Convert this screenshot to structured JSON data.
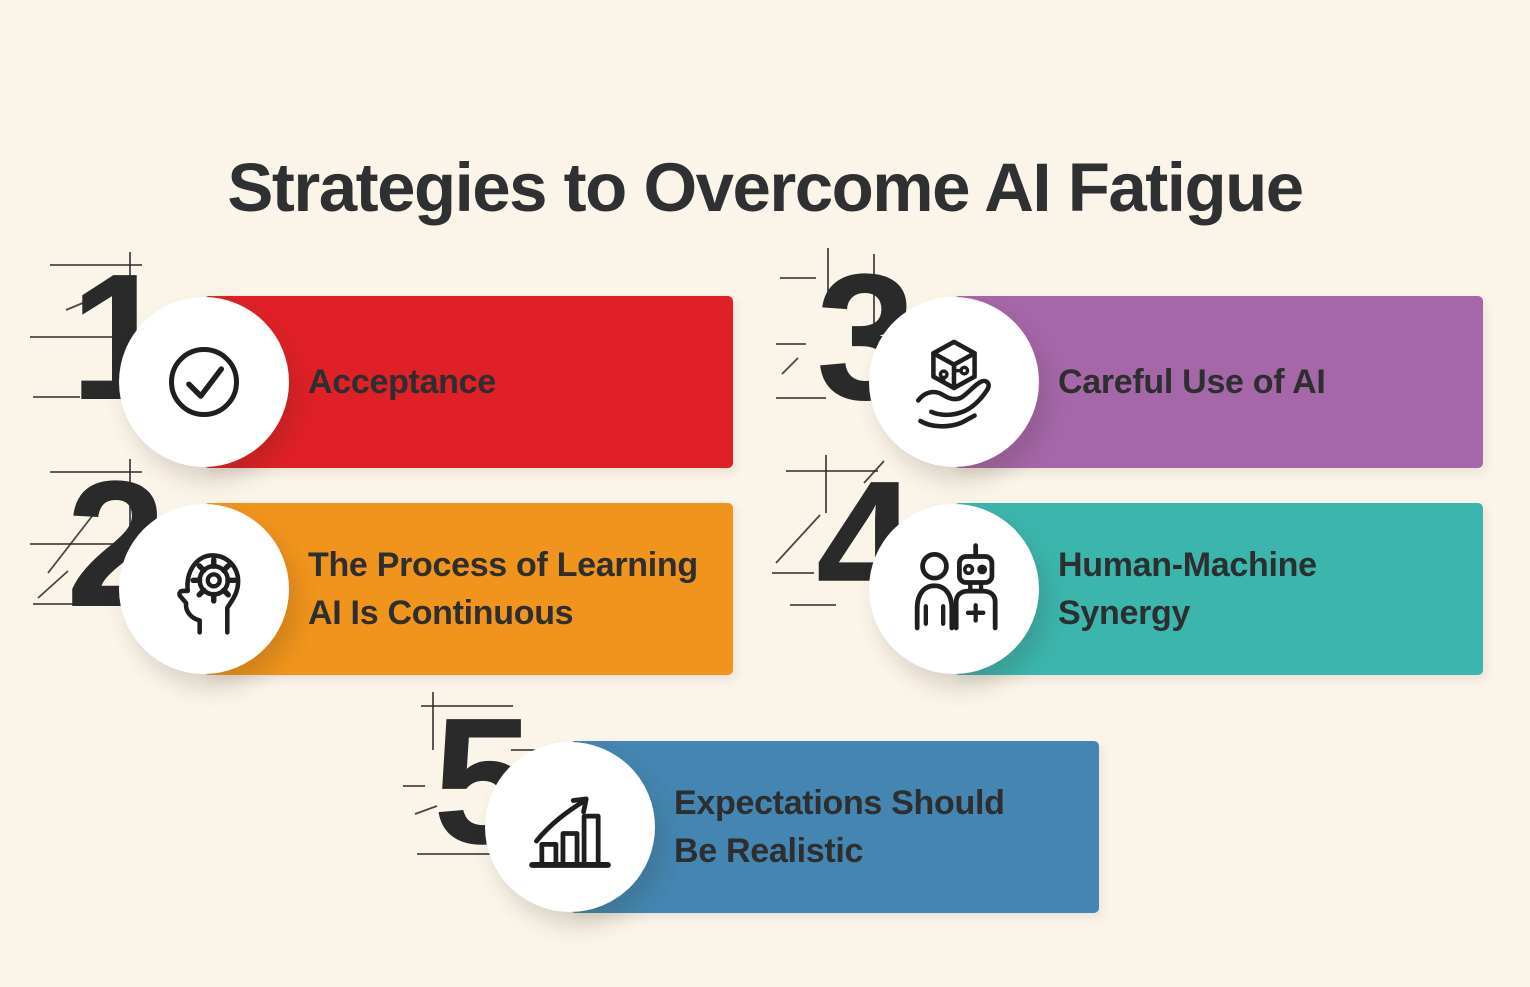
{
  "title": "Strategies to Overcome AI Fatigue",
  "colors": {
    "background": "#FBF4E9",
    "title_text": "#2F3032",
    "bar_label_text": "#2D2E2F",
    "numeral": "#2A2A2A",
    "badge_background": "#FFFFFF",
    "icon_stroke": "#1F1F1F"
  },
  "items": [
    {
      "number": "1",
      "label": "Acceptance",
      "label_lines": [
        "Acceptance"
      ],
      "color": "#E02027",
      "icon": "check-circle"
    },
    {
      "number": "2",
      "label": "The Process of Learning AI Is Continuous",
      "label_lines": [
        "The Process of Learning",
        "AI Is Continuous"
      ],
      "color": "#F0941D",
      "icon": "head-gear"
    },
    {
      "number": "3",
      "label": "Careful Use of AI",
      "label_lines": [
        "Careful Use of AI"
      ],
      "color": "#A667A9",
      "icon": "hand-holding-cube"
    },
    {
      "number": "4",
      "label": "Human-Machine Synergy",
      "label_lines": [
        "Human-Machine",
        "Synergy"
      ],
      "color": "#3CB5AD",
      "icon": "human-robot"
    },
    {
      "number": "5",
      "label": "Expectations Should Be Realistic",
      "label_lines": [
        "Expectations Should",
        "Be Realistic"
      ],
      "color": "#4486B1",
      "icon": "growth-chart"
    }
  ]
}
